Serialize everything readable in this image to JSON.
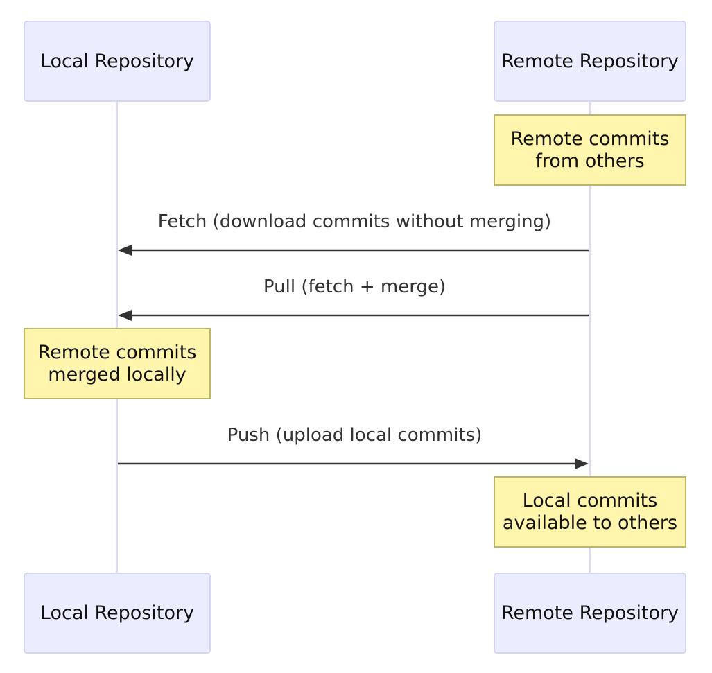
{
  "participants": {
    "local": {
      "label": "Local Repository"
    },
    "remote": {
      "label": "Remote Repository"
    }
  },
  "notes": {
    "remote_commits": {
      "line1": "Remote commits",
      "line2": "from others"
    },
    "merged_locally": {
      "line1": "Remote commits",
      "line2": "merged locally"
    },
    "available": {
      "line1": "Local commits",
      "line2": "available to others"
    }
  },
  "messages": {
    "fetch": {
      "label": "Fetch (download commits without merging)",
      "from": "remote",
      "to": "local"
    },
    "pull": {
      "label": "Pull (fetch + merge)",
      "from": "remote",
      "to": "local"
    },
    "push": {
      "label": "Push (upload local commits)",
      "from": "local",
      "to": "remote"
    }
  },
  "colors": {
    "actor_fill": "#ececff",
    "actor_border": "#d6d6f3",
    "note_fill": "#fff5ad",
    "note_border": "#b9b769",
    "lifeline": "#e0d9f0",
    "arrow": "#333333"
  }
}
